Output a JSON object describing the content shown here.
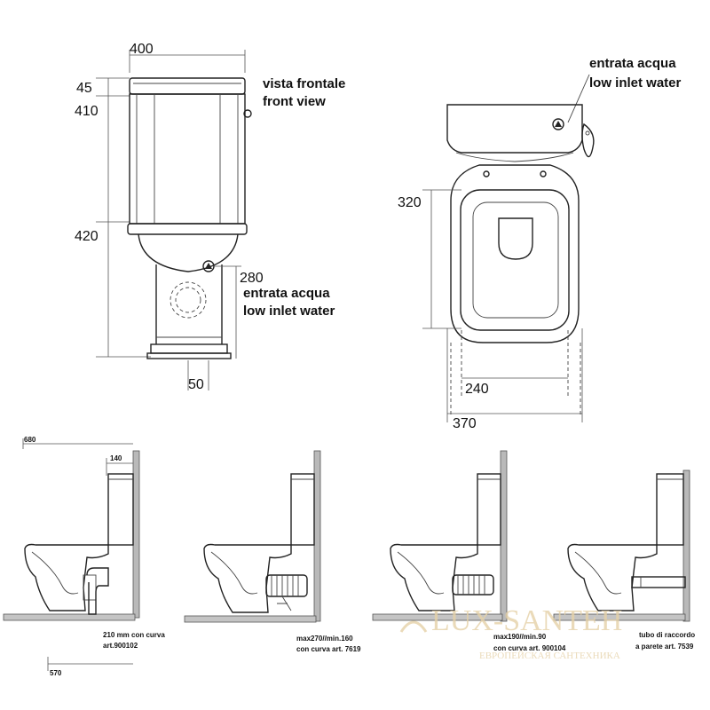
{
  "front_view": {
    "width_dim": "400",
    "height_dims": [
      "45",
      "410",
      "420"
    ],
    "title_it": "vista frontale",
    "title_en": "front view",
    "inlet_height_dim": "280",
    "inlet_it": "entrata acqua",
    "inlet_en": "low inlet water",
    "offset_dim": "50"
  },
  "top_view": {
    "inlet_it": "entrata acqua",
    "inlet_en": "low inlet water",
    "depth_dim": "320",
    "inner_width_dim": "240",
    "outer_width_dim": "370"
  },
  "side_views": {
    "overall_depth_dim": "680",
    "tank_dim": "140",
    "wall_dim": "570",
    "captions": [
      [
        "210 mm con curva",
        "art.900102"
      ],
      [
        "max270//min.160",
        "con curva art. 7619"
      ],
      [
        "max190//min.90",
        "con curva art. 900104"
      ],
      [
        "tubo di raccordo",
        "a parete art. 7539"
      ]
    ]
  },
  "watermark": {
    "brand": "LUX-SANTEH",
    "tagline": "ЕВРОПЕЙСКАЯ САНТЕХНИКА"
  }
}
